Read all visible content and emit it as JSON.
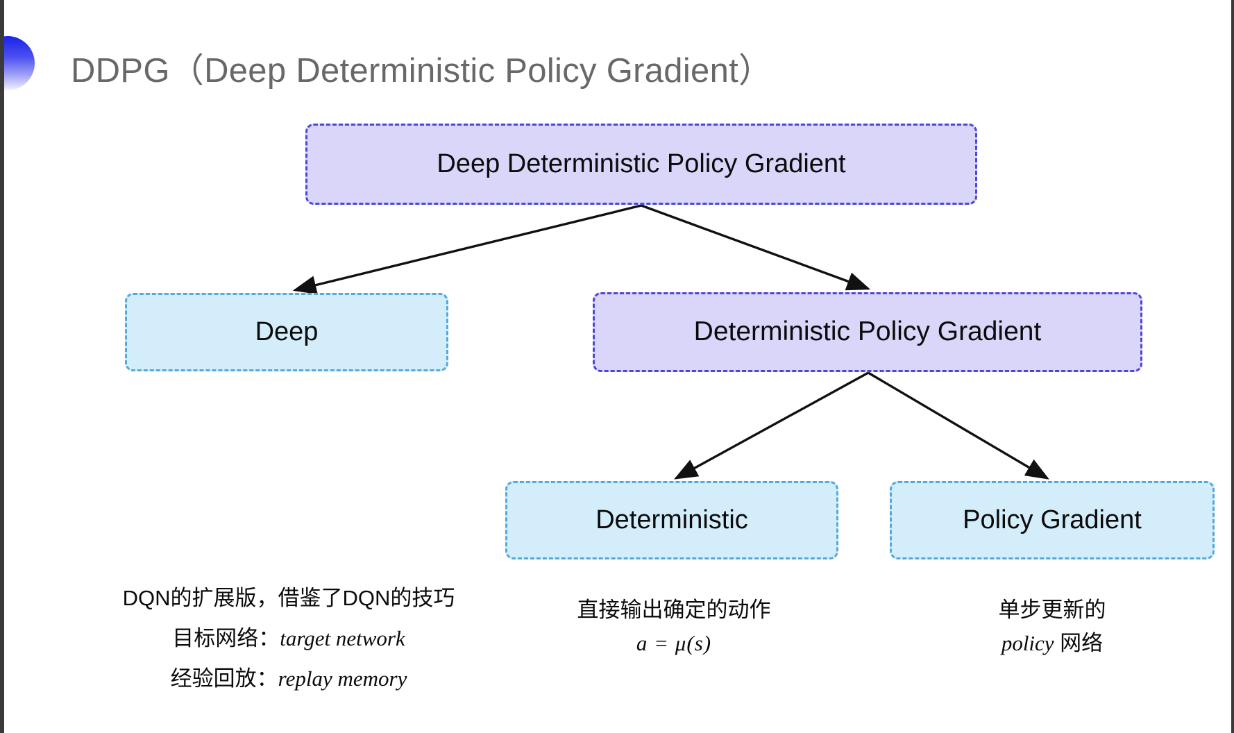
{
  "slide": {
    "title": "DDPG（Deep Deterministic Policy Gradient）",
    "bullet_icon": "gradient-circle-bullet",
    "title_color": "#686868"
  },
  "colors": {
    "purple_fill": "#d9d6fa",
    "purple_border": "#4b45d8",
    "blue_fill": "#d4edfa",
    "blue_border": "#53a9db",
    "arrow": "#111111",
    "bullet_gradient_top": "#1b22e8",
    "bullet_gradient_bottom": "#f2f2fe"
  },
  "diagram": {
    "nodes": [
      {
        "id": "root",
        "label": "Deep Deterministic Policy Gradient",
        "style": "purple"
      },
      {
        "id": "deep",
        "label": "Deep",
        "style": "blue"
      },
      {
        "id": "dpg",
        "label": "Deterministic Policy Gradient",
        "style": "purple"
      },
      {
        "id": "det",
        "label": "Deterministic",
        "style": "blue"
      },
      {
        "id": "pg",
        "label": "Policy Gradient",
        "style": "blue"
      }
    ],
    "edges": [
      {
        "from": "root",
        "to": "deep"
      },
      {
        "from": "root",
        "to": "dpg"
      },
      {
        "from": "dpg",
        "to": "det"
      },
      {
        "from": "dpg",
        "to": "pg"
      }
    ]
  },
  "captions": {
    "deep": {
      "line1": "DQN的扩展版，借鉴了DQN的技巧",
      "line2_label": "目标网络：",
      "line2_term": "target network",
      "line3_label": "经验回放：",
      "line3_term": "replay memory"
    },
    "deterministic": {
      "line1": "直接输出确定的动作",
      "formula": "a = μ(s)"
    },
    "policy_gradient": {
      "line1": "单步更新的",
      "line2_term": "policy",
      "line2_suffix": " 网络"
    }
  }
}
